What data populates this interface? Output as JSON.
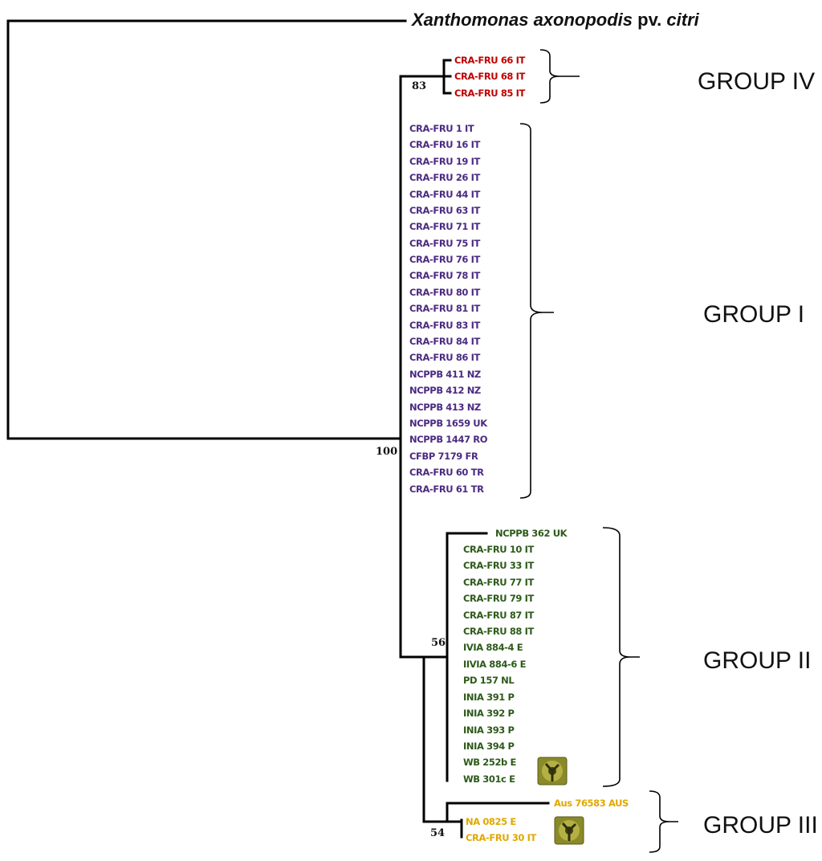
{
  "outgroup": {
    "genus_species": "Xanthomonas axonopodis",
    "pv": " pv. ",
    "pathovar": "citri"
  },
  "colors": {
    "group_iv": "#c00000",
    "group_i": "#4b2a82",
    "group_ii": "#2d5a1a",
    "group_iii": "#e0a800",
    "branch": "#000000"
  },
  "bootstrap": {
    "root_node": "100",
    "group_iv_node": "83",
    "group_ii_node": "56",
    "group_iii_node": "54"
  },
  "groups": {
    "group_iv": {
      "label": "GROUP IV",
      "leaves": [
        "CRA-FRU 66 IT",
        "CRA-FRU 68 IT",
        "CRA-FRU 85 IT"
      ]
    },
    "group_i": {
      "label": "GROUP I",
      "leaves": [
        "CRA-FRU 1 IT",
        "CRA-FRU 16 IT",
        "CRA-FRU 19 IT",
        "CRA-FRU 26 IT",
        "CRA-FRU 44 IT",
        "CRA-FRU 63 IT",
        "CRA-FRU 71 IT",
        "CRA-FRU 75 IT",
        "CRA-FRU 76 IT",
        "CRA-FRU 78 IT",
        "CRA-FRU 80 IT",
        "CRA-FRU 81 IT",
        "CRA-FRU 83 IT",
        "CRA-FRU 84 IT",
        "CRA-FRU 86 IT",
        "NCPPB 411 NZ",
        "NCPPB 412 NZ",
        "NCPPB 413 NZ",
        "NCPPB 1659 UK",
        "NCPPB 1447 RO",
        "CFBP 7179 FR",
        "CRA-FRU 60 TR",
        "CRA-FRU 61 TR"
      ]
    },
    "group_ii": {
      "label": "GROUP II",
      "leaves": [
        "NCPPB 362 UK",
        "CRA-FRU 10 IT",
        "CRA-FRU 33 IT",
        "CRA-FRU 77 IT",
        "CRA-FRU 79 IT",
        "CRA-FRU 87 IT",
        "CRA-FRU 88 IT",
        "IVIA 884-4 E",
        "IIVIA 884-6 E",
        "PD 157 NL",
        "INIA 391 P",
        "INIA 392 P",
        "INIA 393 P",
        "INIA 394 P",
        "WB 252b E",
        "WB 301c E"
      ]
    },
    "group_iii": {
      "label": "GROUP III",
      "leaves": [
        "Aus 76583 AUS",
        "NA 0825 E",
        "CRA-FRU 30 IT"
      ]
    }
  }
}
